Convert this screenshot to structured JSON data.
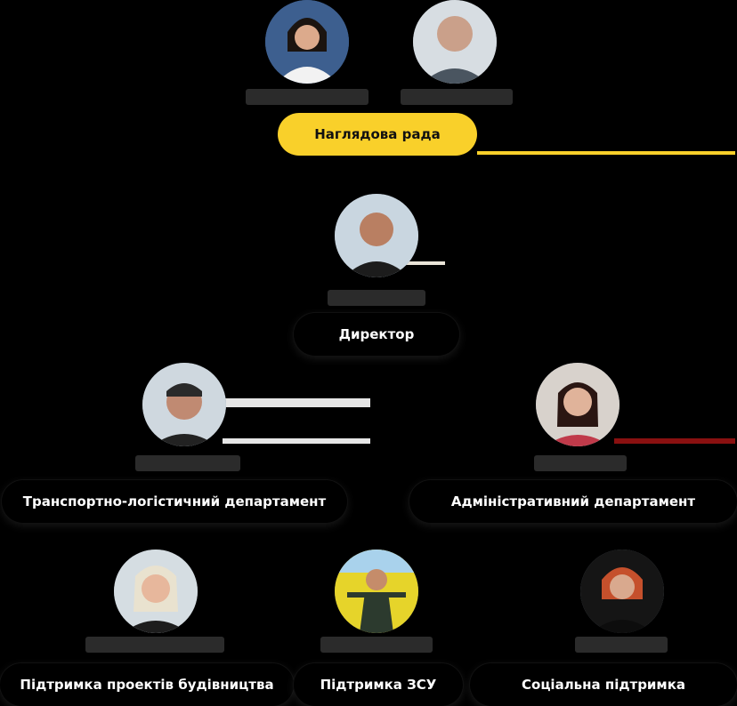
{
  "colors": {
    "accent": "#f9d02a",
    "background": "#000000",
    "text": "#ffffff"
  },
  "board": {
    "label": "Наглядова рада"
  },
  "director": {
    "label": "Директор"
  },
  "departments": {
    "transport": "Транспортно-логістичний департамент",
    "admin": "Адміністративний департамент"
  },
  "units": {
    "construction": "Підтримка проектів будівництва",
    "army": "Підтримка ЗСУ",
    "social": "Соціальна підтримка"
  },
  "icons": [
    "person-photo-icon"
  ]
}
